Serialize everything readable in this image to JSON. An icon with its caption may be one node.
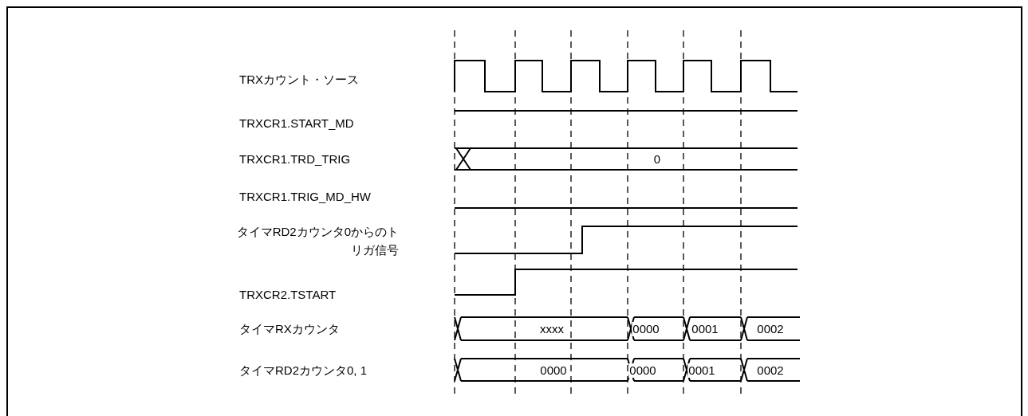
{
  "diagram": {
    "labels": [
      "TRXカウント・ソース",
      "TRXCR1.START_MD",
      "TRXCR1.TRD_TRIG",
      "0",
      "TRXCR1.TRIG_MD_HW",
      "タイマRD2カウンタ0からのトリガ信号",
      "TRXCR2.TSTART",
      "タイマRXカウンタ",
      "xxxx",
      "0000",
      "0001",
      "0002",
      "タイマRD2カウンタ0, 1",
      "0000",
      "0000",
      "0001",
      "0002"
    ]
  }
}
